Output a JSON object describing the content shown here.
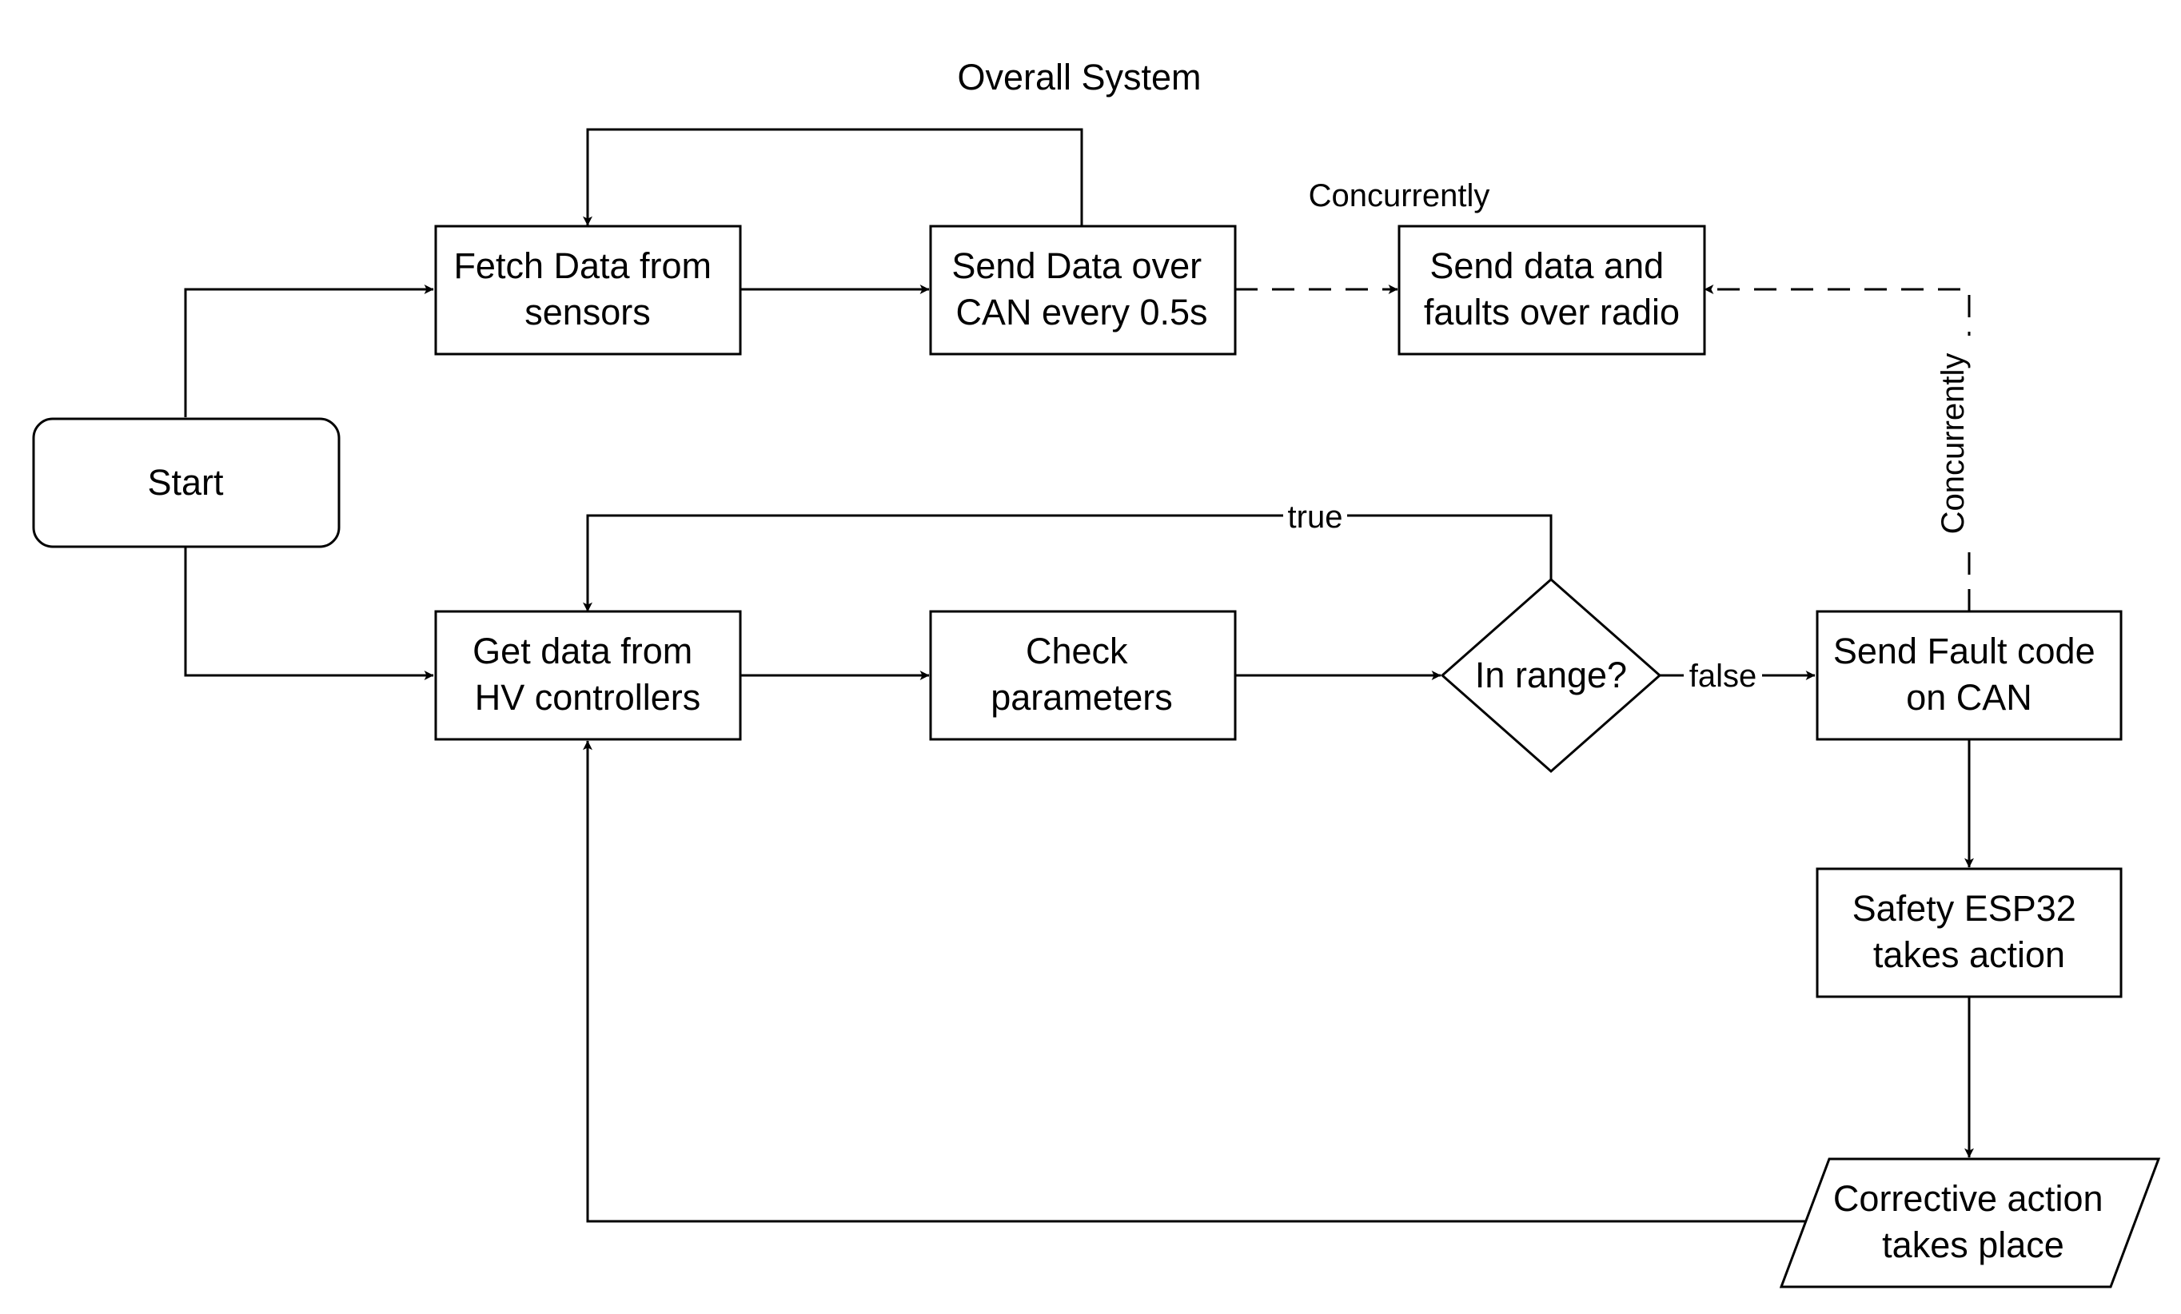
{
  "diagram": {
    "title": "Overall System",
    "nodes": {
      "start": {
        "lines": [
          "Start"
        ]
      },
      "fetch_sensors": {
        "lines": [
          "Fetch Data from",
          "sensors"
        ]
      },
      "send_can": {
        "lines": [
          "Send Data over",
          "CAN every 0.5s"
        ]
      },
      "send_radio": {
        "lines": [
          "Send data and",
          "faults over radio"
        ]
      },
      "get_hv": {
        "lines": [
          "Get data from",
          "HV controllers"
        ]
      },
      "check_params": {
        "lines": [
          "Check",
          "parameters"
        ]
      },
      "in_range": {
        "lines": [
          "In range?"
        ]
      },
      "send_fault": {
        "lines": [
          "Send Fault code",
          "on CAN"
        ]
      },
      "safety_esp": {
        "lines": [
          "Safety ESP32",
          "takes action"
        ]
      },
      "corrective": {
        "lines": [
          "Corrective action",
          "takes place"
        ]
      }
    },
    "edge_labels": {
      "concurrently_top": "Concurrently",
      "concurrently_side": "Concurrently",
      "true_label": "true",
      "false_label": "false"
    },
    "colors": {
      "stroke": "#000000",
      "fill": "#ffffff",
      "text": "#000000"
    }
  }
}
